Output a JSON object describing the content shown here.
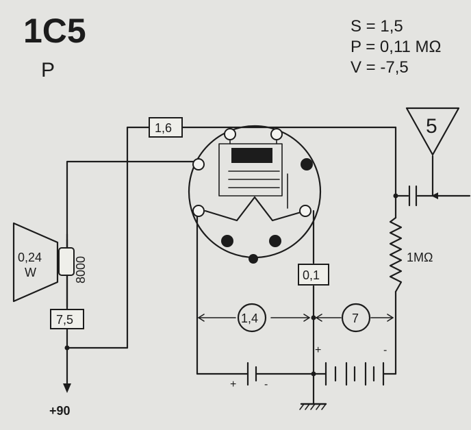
{
  "tube": {
    "type": "1C5",
    "class": "P"
  },
  "parameters": {
    "line1": "S = 1,5",
    "line2": "P = 0,11 MΩ",
    "line3": "V = -7,5"
  },
  "labels": {
    "filament_resistor": "1,6",
    "antenna_resistor": "5",
    "speaker_power_line1": "0,24",
    "speaker_power_line2": "W",
    "speaker_impedance": "8000",
    "screen_resistor": "7,5",
    "cathode_resistor": "0,1",
    "grid_resistor": "1MΩ",
    "filament_voltage": "1,4",
    "bias_voltage": "7",
    "plus_a": "+",
    "minus_a": "-",
    "plus_b": "+",
    "minus_b": "-",
    "supply": "+90"
  }
}
